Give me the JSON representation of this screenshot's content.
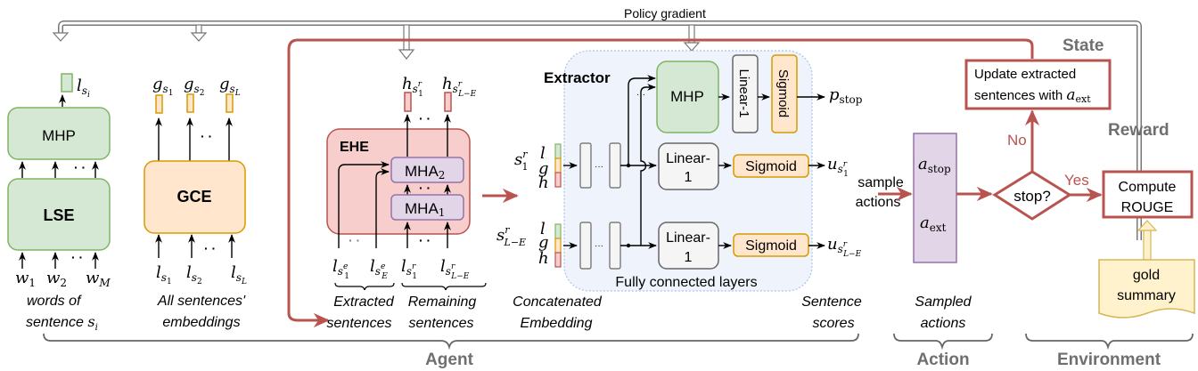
{
  "colors": {
    "red": "#b85450",
    "red_fill": "#f8cecc",
    "green": "#82b366",
    "green_fill": "#d5e8d4",
    "orange": "#d79b00",
    "orange_fill": "#ffe6cc",
    "purple": "#9673a6",
    "purple_fill": "#e1d5e7",
    "gray_fill": "#f5f5f5",
    "gray_stroke": "#666666",
    "extractor_fill": "#eef3fc",
    "extractor_stroke": "#a9c4eb",
    "gold_fill": "#fff2cc",
    "gold_stroke": "#d6b656"
  },
  "top": {
    "policy_gradient": "Policy gradient"
  },
  "lse": {
    "mhp_label": "MHP",
    "lse_label": "LSE",
    "output": {
      "base": "l",
      "sub": "s",
      "subsub": "i"
    },
    "inputs": [
      {
        "base": "w",
        "sub": "1"
      },
      {
        "base": "w",
        "sub": "2"
      },
      {
        "base": "w",
        "sub": "M"
      }
    ],
    "caption_line1": "words of",
    "caption_line2": "sentence ",
    "caption_var": "s",
    "caption_var_sub": "i"
  },
  "gce": {
    "label": "GCE",
    "outputs": [
      {
        "base": "g",
        "sub": "s",
        "subsub": "1"
      },
      {
        "base": "g",
        "sub": "s",
        "subsub": "2"
      },
      {
        "base": "g",
        "sub": "s",
        "subsub": "L"
      }
    ],
    "inputs": [
      {
        "base": "l",
        "sub": "s",
        "subsub": "1"
      },
      {
        "base": "l",
        "sub": "s",
        "subsub": "2"
      },
      {
        "base": "l",
        "sub": "s",
        "subsub": "L"
      }
    ],
    "caption_line1": "All sentences'",
    "caption_line2": "embeddings"
  },
  "ehe": {
    "label": "EHE",
    "mha2": "MHA",
    "mha2_sub": "2",
    "mha1": "MHA",
    "mha1_sub": "1",
    "outputs": [
      {
        "base": "h",
        "sub": "s",
        "sup": "r",
        "subsub": "1"
      },
      {
        "base": "h",
        "sub": "s",
        "sup": "r",
        "subsub": "L−E"
      }
    ],
    "inputs_extracted": [
      {
        "base": "l",
        "sub": "s",
        "sup": "e",
        "subsub": "1"
      },
      {
        "base": "l",
        "sub": "s",
        "sup": "e",
        "subsub": "E"
      }
    ],
    "inputs_remaining": [
      {
        "base": "l",
        "sub": "s",
        "sup": "r",
        "subsub": "1"
      },
      {
        "base": "l",
        "sub": "s",
        "sup": "r",
        "subsub": "L−E"
      }
    ],
    "caption_extracted_1": "Extracted",
    "caption_extracted_2": "sentences",
    "caption_remaining_1": "Remaining",
    "caption_remaining_2": "sentences"
  },
  "concat": {
    "row1_sentence": {
      "base": "s",
      "sup": "r",
      "sub": "1"
    },
    "row2_sentence": {
      "base": "s",
      "sup": "r",
      "sub": "L−E"
    },
    "parts": [
      "l",
      "g",
      "h"
    ],
    "caption_line1": "Concatenated",
    "caption_line2": "Embedding"
  },
  "extractor": {
    "label": "Extractor",
    "mhp_label": "MHP",
    "linear_vertical": "Linear-1",
    "sigmoid_vertical": "Sigmoid",
    "linear_row_line1": "Linear-",
    "linear_row_line2": "1",
    "sigmoid_row": "Sigmoid",
    "fc_caption": "Fully connected layers",
    "p_stop": {
      "base": "p",
      "sub": "stop"
    },
    "scores": [
      {
        "base": "u",
        "sub": "s",
        "sup": "r",
        "subsub": "1"
      },
      {
        "base": "u",
        "sub": "s",
        "sup": "r",
        "subsub": "L−E"
      }
    ],
    "scores_caption_1": "Sentence",
    "scores_caption_2": "scores",
    "ellipsis": "···"
  },
  "action": {
    "sample_label_1": "sample",
    "sample_label_2": "actions",
    "a_stop": {
      "base": "a",
      "sub": "stop"
    },
    "a_ext": {
      "base": "a",
      "sub": "ext"
    },
    "caption_1": "Sampled",
    "caption_2": "actions"
  },
  "environment": {
    "state_title": "State",
    "reward_title": "Reward",
    "update_line1": "Update extracted",
    "update_line2": "sentences with ",
    "update_var": {
      "base": "a",
      "sub": "ext"
    },
    "decision": "stop?",
    "no_label": "No",
    "yes_label": "Yes",
    "compute_line1": "Compute",
    "compute_line2": "ROUGE",
    "gold_line1": "gold",
    "gold_line2": "summary"
  },
  "groups": {
    "agent": "Agent",
    "action": "Action",
    "environment": "Environment"
  }
}
